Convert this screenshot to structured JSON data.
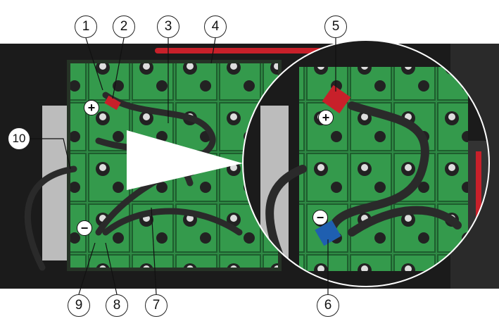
{
  "callouts": [
    "1",
    "2",
    "3",
    "4",
    "5",
    "6",
    "7",
    "8",
    "9",
    "10"
  ],
  "signs": {
    "positive": "+",
    "negative": "−"
  },
  "colors": {
    "battery_green": "#2f8a45",
    "cable": "#2a2a2a",
    "positive_terminal": "#c8202a",
    "negative_terminal": "#1f5fb0",
    "background": "#1b1b1b"
  }
}
